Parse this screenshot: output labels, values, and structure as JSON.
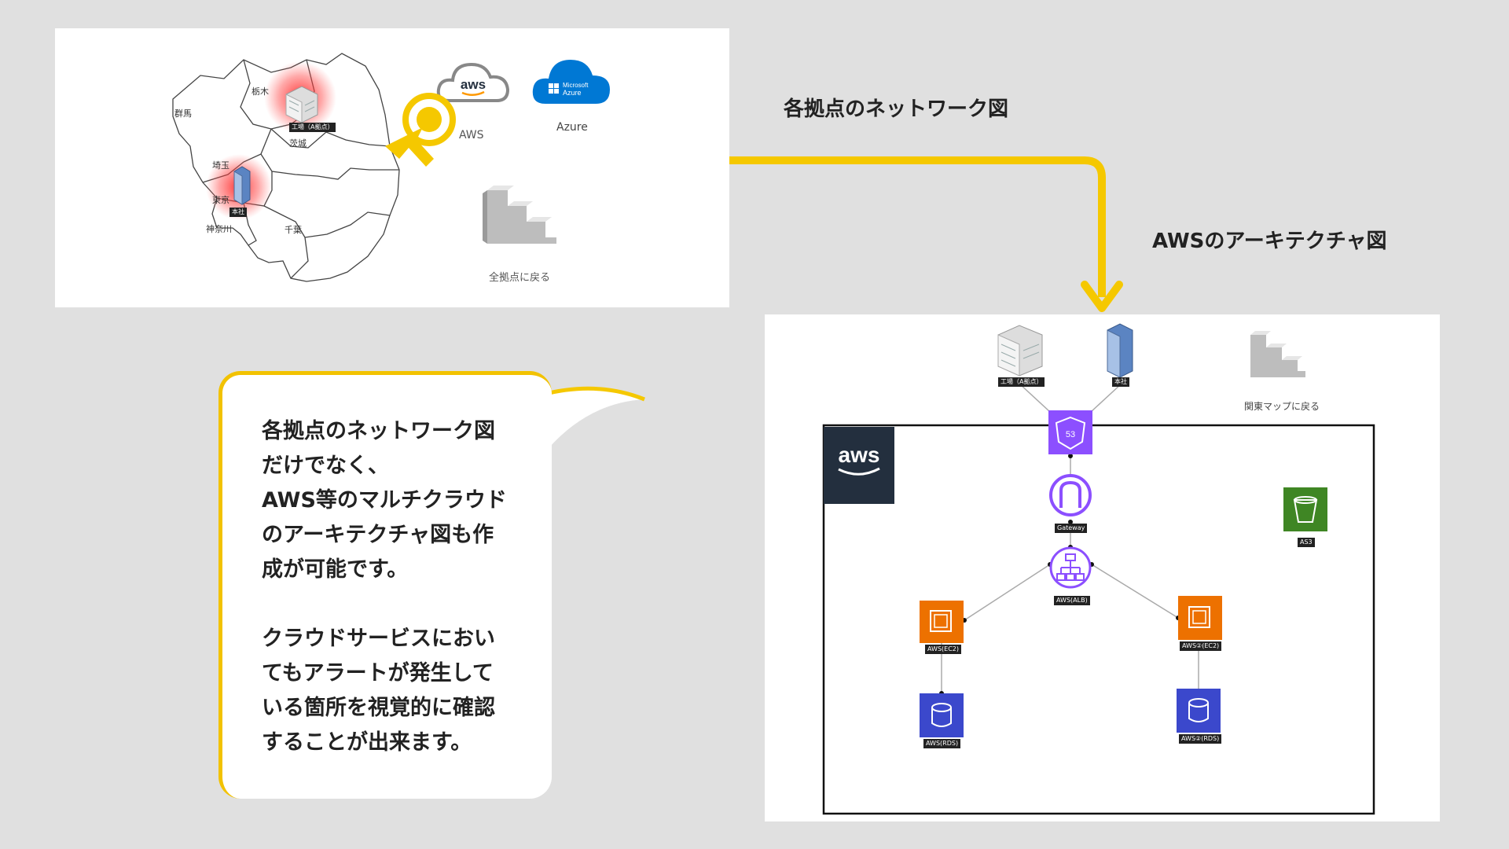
{
  "captions": {
    "network": "各拠点のネットワーク図",
    "aws_arch": "AWSのアーキテクチャ図"
  },
  "map_panel": {
    "prefectures": [
      "群馬",
      "栃木",
      "茨城",
      "埼玉",
      "東京",
      "神奈川",
      "千葉"
    ],
    "building_tags": {
      "factory": "工場（A拠点）",
      "hq": "本社"
    },
    "cloud_aws_label": "AWS",
    "cloud_azure_label": "Azure",
    "azure_logo_line1": "Microsoft",
    "azure_logo_line2": "Azure",
    "aws_logo": "aws",
    "back_label": "全拠点に戻る"
  },
  "aws_panel": {
    "building_tags": {
      "factory": "工場（A拠点）",
      "hq": "本社"
    },
    "back_label": "関東マップに戻る",
    "aws_logo": "aws",
    "route53_text": "53",
    "node_labels": {
      "gateway": "Gateway",
      "alb": "AWS(ALB)",
      "ec2_left": "AWS(EC2)",
      "ec2_right": "AWS②(EC2)",
      "rds_left": "AWS(RDS)",
      "rds_right": "AWS②(RDS)",
      "s3": "AS3"
    }
  },
  "bubble": {
    "text": "各拠点のネットワーク図\nだけでなく、\nAWS等のマルチクラウド\nのアーキテクチャ図も作\n成が可能です。\n\nクラウドサービスにおい\nてもアラートが発生して\nいる箇所を視覚的に確認\nすることが出来ます。"
  },
  "colors": {
    "accent_yellow": "#f5c800",
    "alert_red": "#ff2020",
    "route53_purple": "#8c4fff",
    "ec2_orange": "#ed7100",
    "rds_blue": "#3b48cc",
    "s3_green": "#3f8624",
    "aws_dark": "#232f3e",
    "azure_blue": "#0078d4"
  },
  "icons": [
    "pointer-arrow-icon",
    "stairs-icon",
    "building-icon",
    "route53-icon",
    "gateway-icon",
    "alb-icon",
    "ec2-icon",
    "rds-icon",
    "s3-icon"
  ]
}
